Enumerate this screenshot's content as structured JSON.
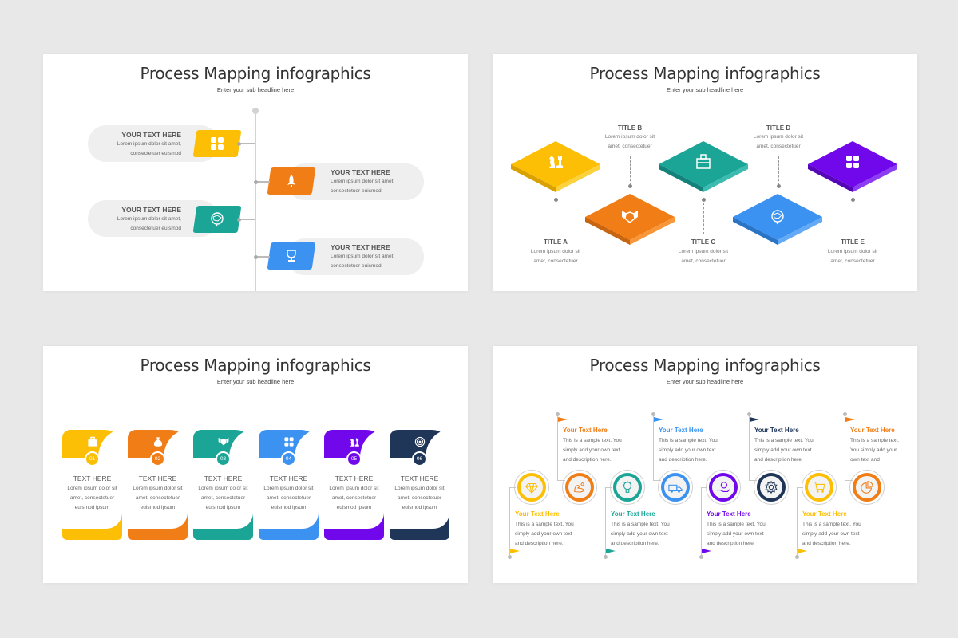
{
  "colors": {
    "yellow": "#fdbf05",
    "orange": "#f17d16",
    "teal": "#1ba597",
    "blue": "#3b92f0",
    "purple": "#7108ec",
    "navy": "#203659",
    "background": "#e9e8e9"
  },
  "slides": [
    {
      "title": "Process Mapping infographics",
      "subtitle": "Enter your sub headline here",
      "items": [
        {
          "title": "YOUR TEXT HERE",
          "line1": "Lorem ipsum dolor sit amet,",
          "line2": "consectetuer euismod",
          "icon": "puzzle-icon",
          "color": "#fdbf05",
          "side": "left"
        },
        {
          "title": "YOUR TEXT HERE",
          "line1": "Lorem ipsum dolor sit amet,",
          "line2": "consectetuer euismod",
          "icon": "rocket-icon",
          "color": "#f17d16",
          "side": "right"
        },
        {
          "title": "YOUR TEXT HERE",
          "line1": "Lorem ipsum dolor sit amet,",
          "line2": "consectetuer euismod",
          "icon": "brain-icon",
          "color": "#1ba597",
          "side": "left"
        },
        {
          "title": "YOUR TEXT HERE",
          "line1": "Lorem ipsum dolor sit amet,",
          "line2": "consectetuer euismod",
          "icon": "trophy-icon",
          "color": "#3b92f0",
          "side": "right"
        }
      ]
    },
    {
      "title": "Process Mapping infographics",
      "subtitle": "Enter your sub headline here",
      "items": [
        {
          "title": "TITLE A",
          "line1": "Lorem ipsum dolor sit",
          "line2": "amet, consectetuer",
          "icon": "chess-icon",
          "color": "#fdbf05"
        },
        {
          "title": "TITLE B",
          "line1": "Lorem ipsum dolor sit",
          "line2": "amet, consectetuer",
          "icon": "handshake-icon",
          "color": "#f17d16"
        },
        {
          "title": "TITLE C",
          "line1": "Lorem ipsum dolor sit",
          "line2": "amet, consectetuer",
          "icon": "briefcase-icon",
          "color": "#1ba597"
        },
        {
          "title": "TITLE D",
          "line1": "Lorem ipsum dolor sit",
          "line2": "amet, consectetuer",
          "icon": "brain-icon",
          "color": "#3b92f0"
        },
        {
          "title": "TITLE E",
          "line1": "Lorem ipsum dolor sit",
          "line2": "amet, consectetuer",
          "icon": "puzzle-icon",
          "color": "#7108ec"
        }
      ]
    },
    {
      "title": "Process Mapping infographics",
      "subtitle": "Enter your sub headline here",
      "items": [
        {
          "num": "01",
          "title": "TEXT HERE",
          "line1": "Lorem ipsum dolor sit",
          "line2": "amet, consectetuer",
          "line3": "euismod ipsum",
          "icon": "briefcase-icon",
          "color": "#fdbf05"
        },
        {
          "num": "02",
          "title": "TEXT HERE",
          "line1": "Lorem ipsum dolor sit",
          "line2": "amet, consectetuer",
          "line3": "euismod ipsum",
          "icon": "money-bag-icon",
          "color": "#f17d16"
        },
        {
          "num": "03",
          "title": "TEXT HERE",
          "line1": "Lorem ipsum dolor sit",
          "line2": "amet, consectetuer",
          "line3": "euismod ipsum",
          "icon": "handshake-icon",
          "color": "#1ba597"
        },
        {
          "num": "04",
          "title": "TEXT HERE",
          "line1": "Lorem ipsum dolor sit",
          "line2": "amet, consectetuer",
          "line3": "euismod ipsum",
          "icon": "puzzle-icon",
          "color": "#3b92f0"
        },
        {
          "num": "05",
          "title": "TEXT HERE",
          "line1": "Lorem ipsum dolor sit",
          "line2": "amet, consectetuer",
          "line3": "euismod ipsum",
          "icon": "chess-icon",
          "color": "#7108ec"
        },
        {
          "num": "06",
          "title": "TEXT HERE",
          "line1": "Lorem ipsum dolor sit",
          "line2": "amet, consectetuer",
          "line3": "euismod ipsum",
          "icon": "target-icon",
          "color": "#203659"
        }
      ]
    },
    {
      "title": "Process Mapping infographics",
      "subtitle": "Enter your sub headline here",
      "items": [
        {
          "title": "Your Text Here",
          "line1": "This is a sample text. You",
          "line2": "simply add your own text",
          "line3": "and description here.",
          "icon": "diamond-icon",
          "color": "#fdbf05",
          "pos": "below"
        },
        {
          "title": "Your Text Here",
          "line1": "This is a sample text. You",
          "line2": "simply add your own text",
          "line3": "and description here.",
          "icon": "strength-icon",
          "color": "#f17d16",
          "pos": "above"
        },
        {
          "title": "Your Text Here",
          "line1": "This is a sample text. You",
          "line2": "simply add your own text",
          "line3": "and description here.",
          "icon": "idea-bulb-icon",
          "color": "#1ba597",
          "pos": "below"
        },
        {
          "title": "Your Text Here",
          "line1": "This is a sample text. You",
          "line2": "simply add your own text",
          "line3": "and description here.",
          "icon": "delivery-truck-icon",
          "color": "#3b92f0",
          "pos": "above"
        },
        {
          "title": "Your Text Here",
          "line1": "This is a sample text. You",
          "line2": "simply add your own text",
          "line3": "and description here.",
          "icon": "money-hand-icon",
          "color": "#7108ec",
          "pos": "below"
        },
        {
          "title": "Your Text Here",
          "line1": "This is a sample text. You",
          "line2": "simply add your own text",
          "line3": "and description here.",
          "icon": "gear-icon",
          "color": "#203659",
          "pos": "above"
        },
        {
          "title": "Your Text Here",
          "line1": "This is a sample text. You",
          "line2": "simply add your own text",
          "line3": "and description here.",
          "icon": "shopping-cart-icon",
          "color": "#fdbf05",
          "pos": "below"
        },
        {
          "title": "Your Text Here",
          "line1": "This is a sample text.",
          "line2": "You simply add your",
          "line3": "own text and",
          "icon": "pie-chart-icon",
          "color": "#f17d16",
          "pos": "above"
        }
      ]
    }
  ]
}
